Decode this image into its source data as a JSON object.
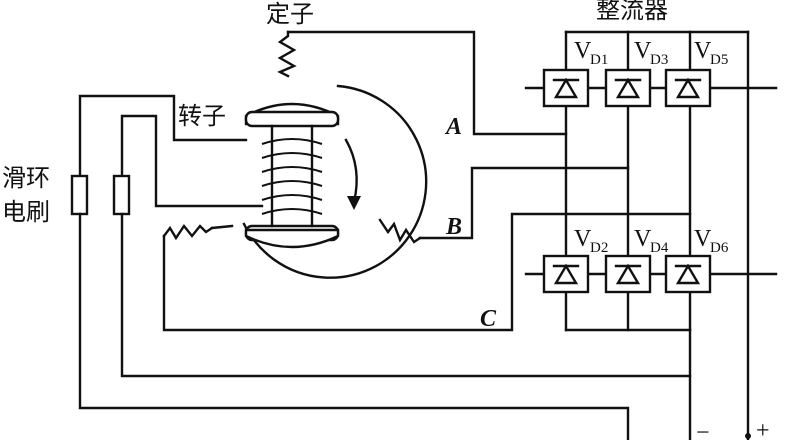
{
  "labels": {
    "stator": "定子",
    "rectifier": "整流器",
    "rotor": "转子",
    "slip_ring_line1": "滑环",
    "slip_ring_line2": "电刷",
    "phase_a": "A",
    "phase_b": "B",
    "phase_c": "C",
    "minus": "−",
    "plus": "+"
  },
  "diodes": [
    {
      "letter": "V",
      "sub": "D1"
    },
    {
      "letter": "V",
      "sub": "D3"
    },
    {
      "letter": "V",
      "sub": "D5"
    },
    {
      "letter": "V",
      "sub": "D2"
    },
    {
      "letter": "V",
      "sub": "D4"
    },
    {
      "letter": "V",
      "sub": "D6"
    }
  ],
  "colors": {
    "ink": "#111111",
    "background": "#ffffff"
  }
}
